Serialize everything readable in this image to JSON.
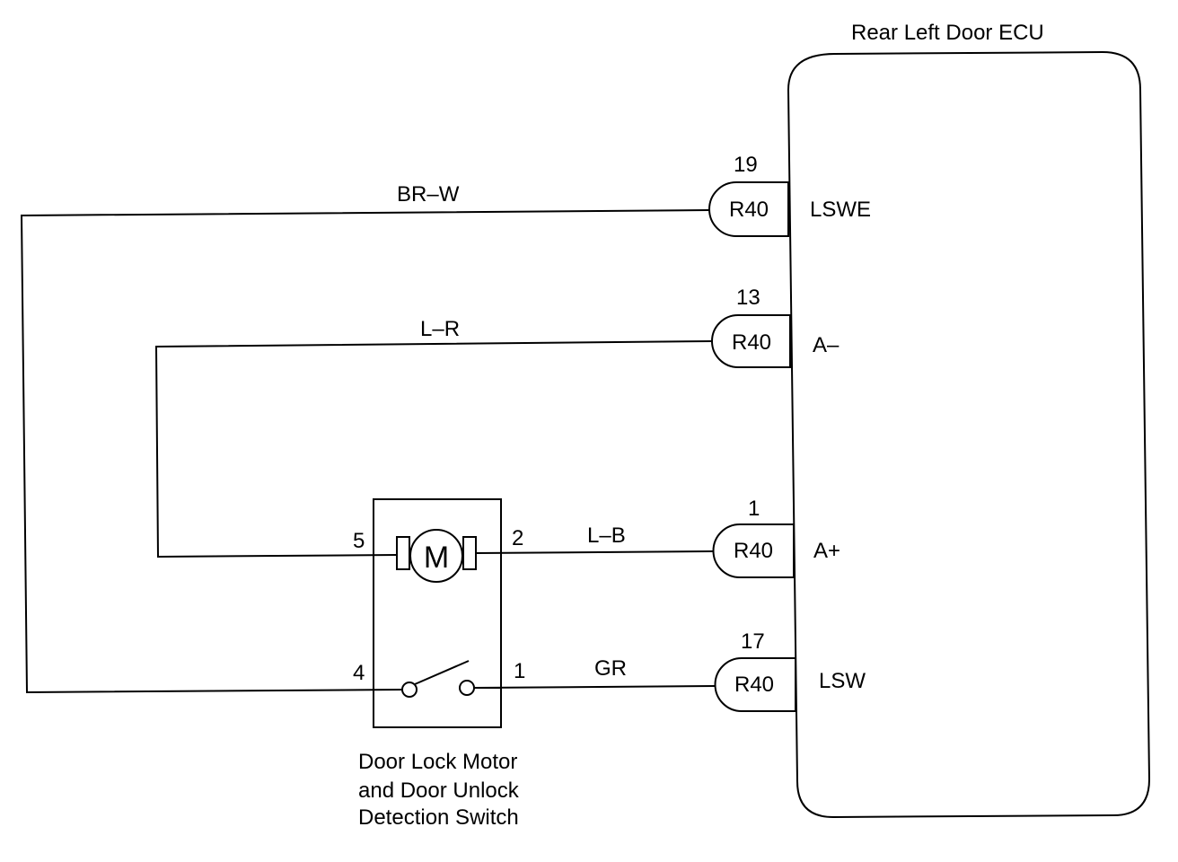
{
  "ecu": {
    "title": "Rear Left Door ECU"
  },
  "connectors": [
    {
      "id": "c19",
      "pin": "19",
      "code": "R40",
      "signal": "LSWE",
      "wire": "BR–W"
    },
    {
      "id": "c13",
      "pin": "13",
      "code": "R40",
      "signal": "A–",
      "wire": "L–R"
    },
    {
      "id": "c1",
      "pin": "1",
      "code": "R40",
      "signal": "A+",
      "wire": "L–B"
    },
    {
      "id": "c17",
      "pin": "17",
      "code": "R40",
      "signal": "LSW",
      "wire": "GR"
    }
  ],
  "motor": {
    "symbol": "M",
    "pin_left": "5",
    "pin_right": "2",
    "switch_pin_left": "4",
    "switch_pin_right": "1",
    "label_lines": [
      "Door Lock Motor",
      "and Door Unlock",
      "Detection Switch"
    ]
  }
}
